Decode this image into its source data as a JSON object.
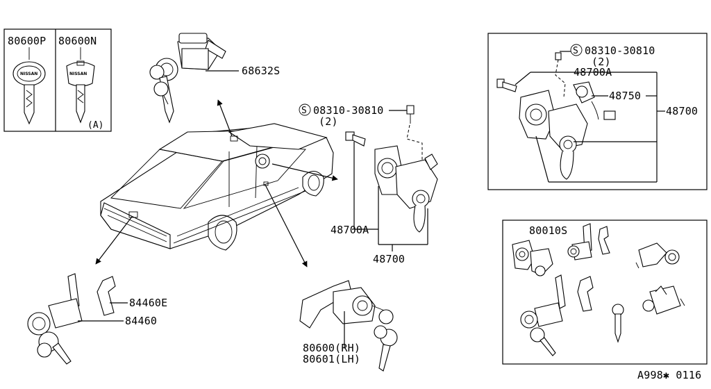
{
  "labels": {
    "key_p": "80600P",
    "key_n": "80600N",
    "key_n_note": "(A)",
    "trunk_lock": "68632S",
    "bolt_main": "08310-30810",
    "bolt_main_qty": "(2)",
    "steering_lock_sub": "48700A",
    "steering_lock": "48700",
    "bolt_inset": "08310-30810",
    "bolt_inset_qty": "(2)",
    "inset_sub": "48700A",
    "inset_switch": "48750",
    "inset_assy": "48700",
    "glove_rod": "84460E",
    "glove_lock": "84460",
    "door_lock_rh": "80600(RH)",
    "door_lock_lh": "80601(LH)",
    "lock_set": "80010S",
    "diagram_code": "A998✱ 0116"
  },
  "brand_text": "NISSAN",
  "screw_symbol": "S"
}
